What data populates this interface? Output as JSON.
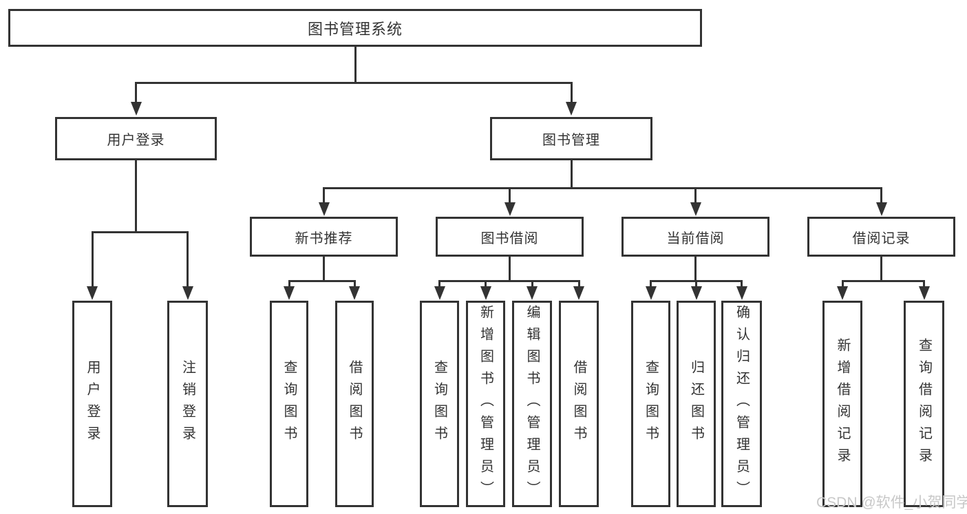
{
  "diagram": {
    "title": "图书管理系统",
    "tree": {
      "root": {
        "label": "图书管理系统",
        "children": [
          {
            "label": "用户登录",
            "children": [
              {
                "label": "用户登录"
              },
              {
                "label": "注销登录"
              }
            ]
          },
          {
            "label": "图书管理",
            "children": [
              {
                "label": "新书推荐",
                "children": [
                  {
                    "label": "查询图书"
                  },
                  {
                    "label": "借阅图书"
                  }
                ]
              },
              {
                "label": "图书借阅",
                "children": [
                  {
                    "label": "查询图书"
                  },
                  {
                    "label": "新增图书（管理员）"
                  },
                  {
                    "label": "编辑图书（管理员）"
                  },
                  {
                    "label": "借阅图书"
                  }
                ]
              },
              {
                "label": "当前借阅",
                "children": [
                  {
                    "label": "查询图书"
                  },
                  {
                    "label": "归还图书"
                  },
                  {
                    "label": "确认归还（管理员）"
                  }
                ]
              },
              {
                "label": "借阅记录",
                "children": [
                  {
                    "label": "新增借阅记录"
                  },
                  {
                    "label": "查询借阅记录"
                  }
                ]
              }
            ]
          }
        ]
      }
    }
  },
  "watermark": {
    "text": "CSDN @软件_小贺同学"
  },
  "colors": {
    "line": "#333333",
    "box_border": "#333333",
    "text": "#333333",
    "background": "#ffffff",
    "watermark": "#c8c8c8"
  }
}
